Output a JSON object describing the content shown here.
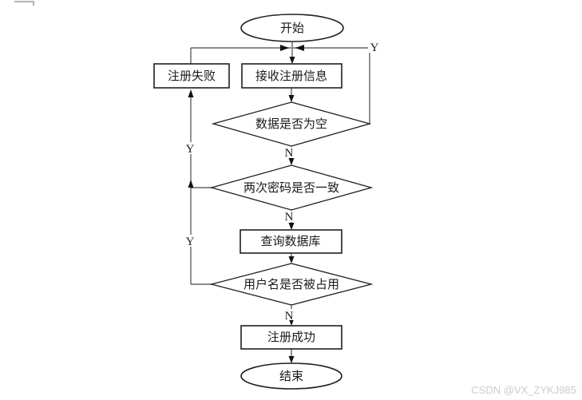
{
  "diagram": {
    "title_hint": "user-registration-flowchart",
    "nodes": {
      "start": "开始",
      "reg_fail": "注册失败",
      "receive_info": "接收注册信息",
      "data_empty": "数据是否为空",
      "pwd_match": "两次密码是否一致",
      "query_db": "查询数据库",
      "username_taken": "用户名是否被占用",
      "reg_success": "注册成功",
      "end": "结束"
    },
    "branch_labels": {
      "data_empty_yes": "Y",
      "data_empty_no": "N",
      "pwd_yes": "Y",
      "pwd_no": "N",
      "username_yes": "Y",
      "username_no": "N"
    },
    "colors": {
      "shape_stroke": "#1f1f1f",
      "connector_gray": "#8c8c8c",
      "connector_dark": "#4a4a4a",
      "text": "#1a1a1a",
      "watermark": "#cbcbcb"
    }
  },
  "watermark": "CSDN @VX_ZYKJ985"
}
